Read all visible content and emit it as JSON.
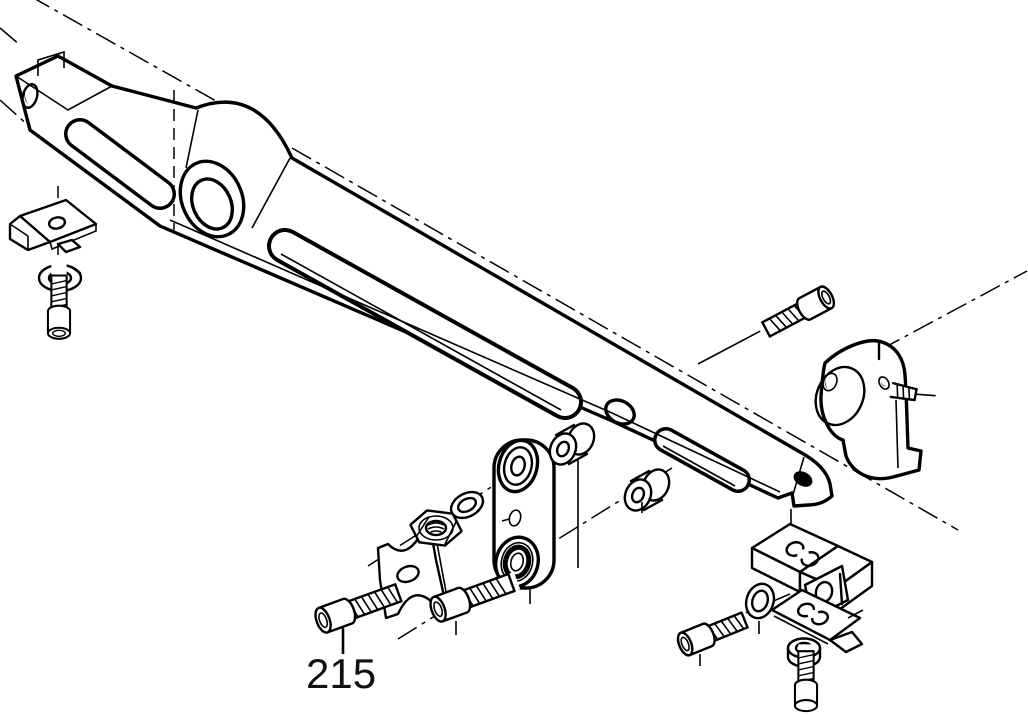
{
  "meta": {
    "type": "exploded-parts-diagram",
    "background_color": "#ffffff",
    "line_color": "#000000"
  },
  "callout": {
    "label": "215"
  },
  "parts": [
    "main-arm",
    "mounting-clip",
    "lock-washer",
    "socket-screw-left",
    "saddle-plate",
    "socket-screw-mid-left",
    "socket-screw-mid-right",
    "hex-nut",
    "flat-washer",
    "pivot-link",
    "bushing-upper",
    "bushing-lower",
    "socket-screw-right",
    "shaft-clamp",
    "set-screw",
    "clamp-block",
    "seal-ring",
    "keyhole-bracket",
    "spacer-nut",
    "socket-screw-bottom"
  ]
}
